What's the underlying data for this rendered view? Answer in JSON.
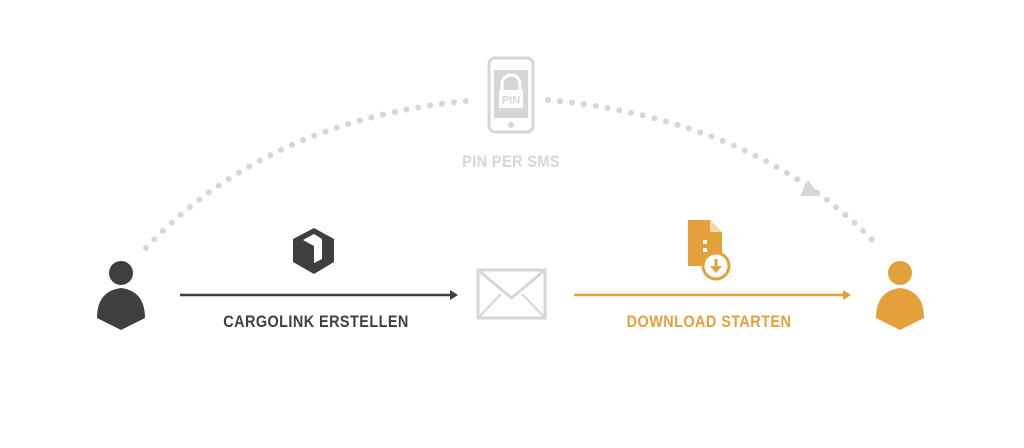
{
  "steps": {
    "pin_label": "PIN PER SMS",
    "phone_screen_text": "PIN",
    "create_label": "CARGOLINK ERSTELLEN",
    "download_label": "DOWNLOAD STARTEN"
  },
  "icons": {
    "sender": "person-icon",
    "phone": "phone-lock-icon",
    "cargolink": "box-icon",
    "mail": "envelope-icon",
    "download": "file-download-icon",
    "receiver": "person-icon"
  },
  "colors": {
    "dark": "#3f3f3d",
    "accent": "#e3a03b",
    "light_gray": "#d6d6d6"
  }
}
